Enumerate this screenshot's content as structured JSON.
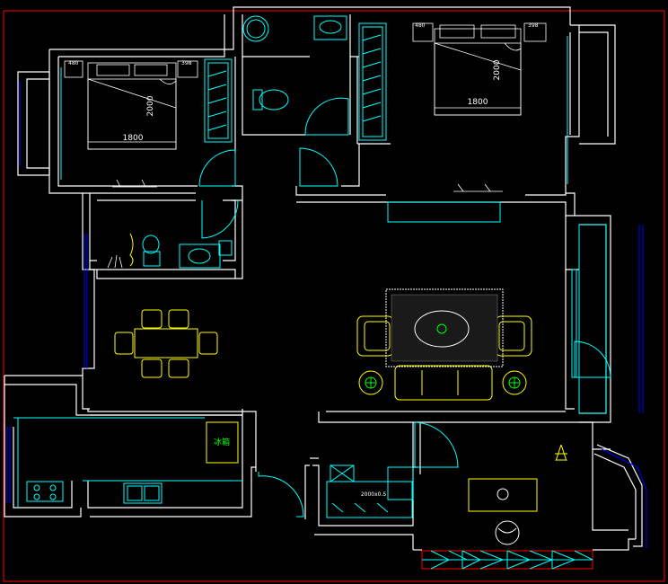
{
  "drawing": {
    "colors": {
      "background": "#000000",
      "wall": "#ffffff",
      "fixture": "#00ffff",
      "furniture": "#ffff00",
      "plant": "#00ff00",
      "border": "#ff0000",
      "window": "#0000ff"
    },
    "bedroom_left": {
      "bed_width": "1800",
      "bed_length": "2000",
      "nightstand_left": "480",
      "nightstand_right": "398"
    },
    "bedroom_right": {
      "bed_width": "1800",
      "bed_length": "2000",
      "nightstand_left": "480",
      "nightstand_right": "398"
    },
    "kitchen": {
      "fridge_label": "冰箱"
    },
    "entry": {
      "cabinet_label": "2000x0.5"
    }
  }
}
